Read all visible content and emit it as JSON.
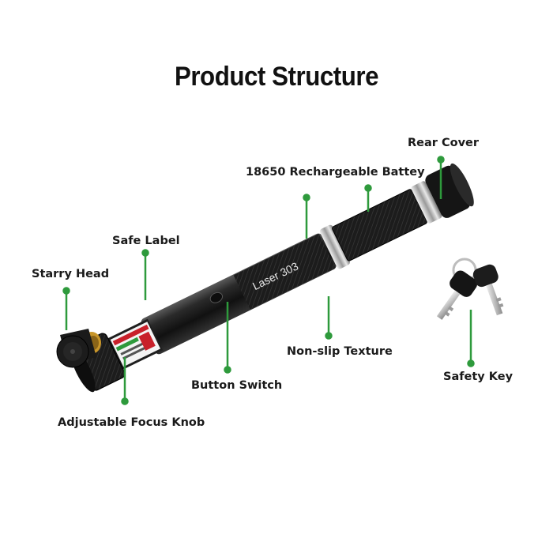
{
  "title": "Product Structure",
  "product_marking": "Laser 303",
  "callouts": {
    "rear_cover": "Rear Cover",
    "battery": "18650 Rechargeable Battey",
    "safe_label": "Safe Label",
    "starry_head": "Starry Head",
    "non_slip": "Non-slip Texture",
    "button_switch": "Button Switch",
    "safety_key": "Safety Key",
    "focus_knob": "Adjustable Focus Knob"
  },
  "colors": {
    "leader": "#2e9a3c",
    "body": "#1b1b1b",
    "brass": "#c8962a",
    "label_red": "#c8202a"
  }
}
